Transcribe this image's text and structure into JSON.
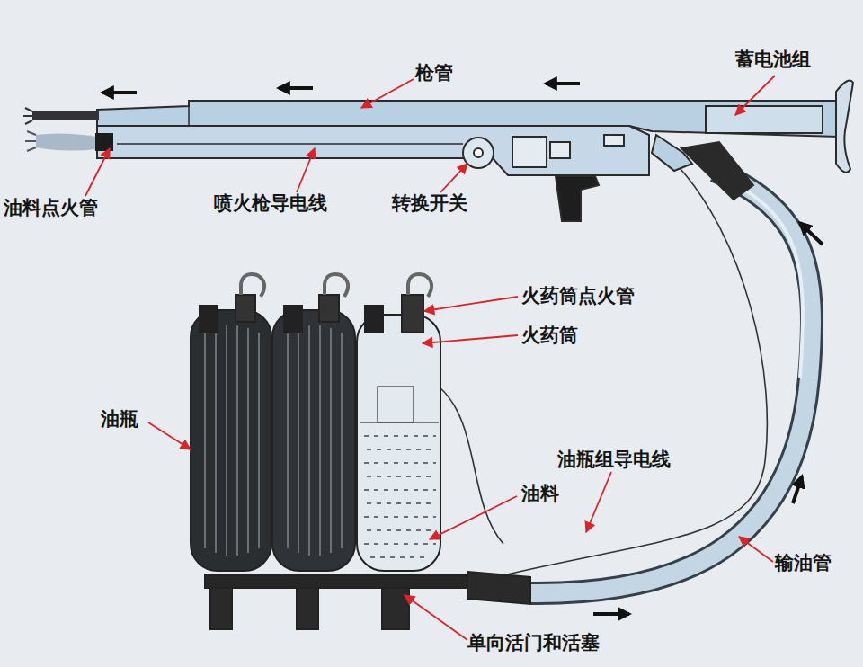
{
  "diagram": {
    "labels": [
      "枪管",
      "蓄电池组",
      "油料点火管",
      "喷火枪导电线",
      "转换开关",
      "火药筒点火管",
      "火药筒",
      "油瓶",
      "油瓶组导电线",
      "油料",
      "输油管",
      "单向活门和活塞"
    ]
  }
}
